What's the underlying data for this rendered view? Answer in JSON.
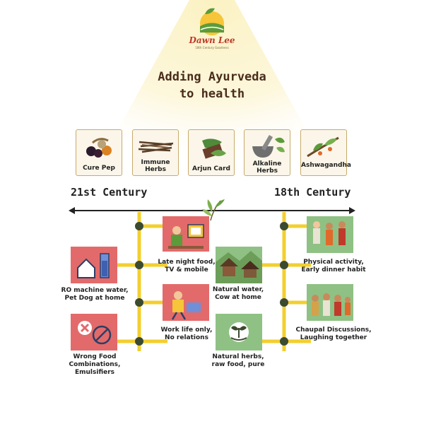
{
  "brand": {
    "name": "Dawn Lee",
    "tagline": "18th Century Goodness"
  },
  "title": {
    "line1": "Adding Ayurveda",
    "line2": "to health"
  },
  "products": [
    {
      "label": "Cure Pep"
    },
    {
      "label": "Immune\nHerbs"
    },
    {
      "label": "Arjun Card"
    },
    {
      "label": "Alkaline\nHerbs"
    },
    {
      "label": "Ashwagandha"
    }
  ],
  "timeline": {
    "left_era": "21st Century",
    "right_era": "18th Century"
  },
  "modern_habits": [
    {
      "caption": "RO machine water,\nPet Dog at home"
    },
    {
      "caption": "Wrong Food\nCombinations,\nEmulsifiers"
    },
    {
      "caption": "Late night food,\nTV & mobile"
    },
    {
      "caption": "Work life only,\nNo relations"
    }
  ],
  "traditional_habits": [
    {
      "caption": "Natural water,\nCow at home"
    },
    {
      "caption": "Natural herbs,\nraw food, pure"
    },
    {
      "caption": "Physical activity,\nEarly dinner habit"
    },
    {
      "caption": "Chaupal Discussions,\nLaughing together"
    }
  ],
  "colors": {
    "accent_yellow": "#f3cf2e",
    "node_green": "#3c4a2f",
    "panel_red": "#e36a6a",
    "panel_green": "#8fc184",
    "title_brown": "#4a2c1c",
    "brand_red": "#c0392b"
  }
}
